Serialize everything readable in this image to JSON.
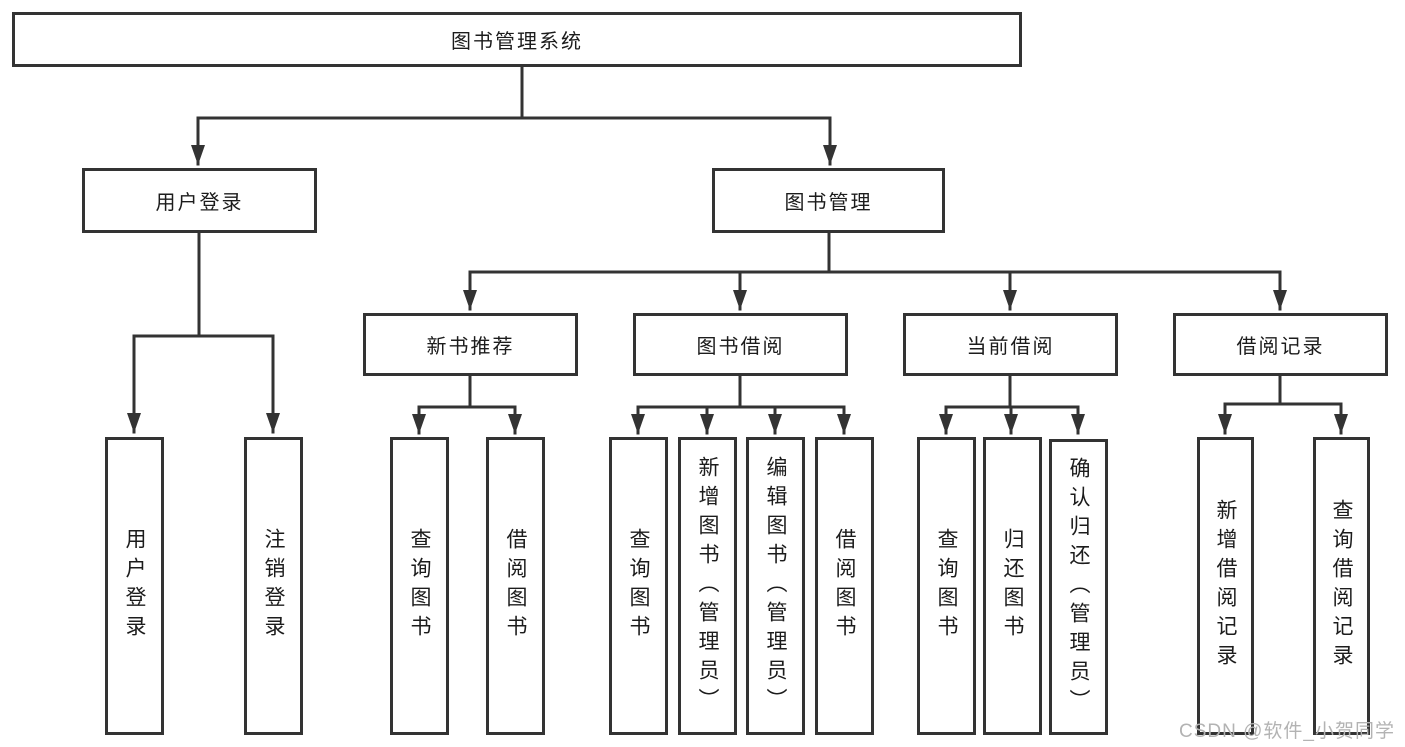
{
  "page": {
    "watermark": "CSDN @软件_小贺同学"
  },
  "colors": {
    "line": "#333333",
    "border": "#333333",
    "text": "#1c1c1c",
    "watermark": "#b3b3b3",
    "bg": "#ffffff"
  },
  "tree": {
    "label": "图书管理系统",
    "children": [
      {
        "label": "用户登录",
        "children": [
          {
            "label": "用户登录"
          },
          {
            "label": "注销登录"
          }
        ]
      },
      {
        "label": "图书管理",
        "children": [
          {
            "label": "新书推荐",
            "children": [
              {
                "label": "查询图书"
              },
              {
                "label": "借阅图书"
              }
            ]
          },
          {
            "label": "图书借阅",
            "children": [
              {
                "label": "查询图书"
              },
              {
                "label": "新增图书（管理员）"
              },
              {
                "label": "编辑图书（管理员）"
              },
              {
                "label": "借阅图书"
              }
            ]
          },
          {
            "label": "当前借阅",
            "children": [
              {
                "label": "查询图书"
              },
              {
                "label": "归还图书"
              },
              {
                "label": "确认归还（管理员）"
              }
            ]
          },
          {
            "label": "借阅记录",
            "children": [
              {
                "label": "新增借阅记录"
              },
              {
                "label": "查询借阅记录"
              }
            ]
          }
        ]
      }
    ]
  }
}
